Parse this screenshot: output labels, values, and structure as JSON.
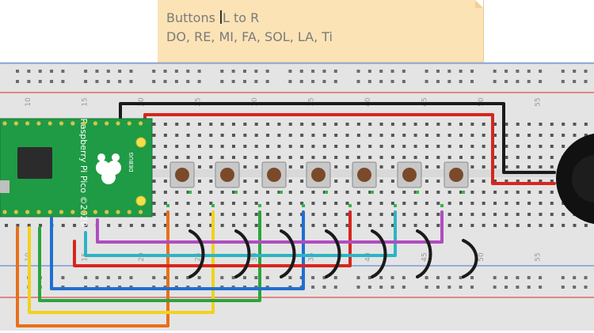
{
  "note": {
    "line1_prefix": "Buttons ",
    "line1_suffix": "L to R",
    "line2": "DO, RE, MI, FA, SOL, LA, Ti"
  },
  "breadboard": {
    "column_numbers": [
      "10",
      "15",
      "20",
      "25",
      "30",
      "35",
      "40",
      "45",
      "50",
      "55"
    ]
  },
  "pico": {
    "silkscreen": "Raspberry Pi Pico ©2020",
    "debug_label": "DEBUG"
  },
  "buttons": [
    "DO",
    "RE",
    "MI",
    "FA",
    "SOL",
    "LA",
    "Ti"
  ],
  "wire_colors": {
    "red": "#d7261e",
    "black": "#1a1a1a",
    "orange": "#e8701a",
    "yellow": "#f2d21b",
    "green": "#2aa53a",
    "blue": "#1f6fd1",
    "teal": "#2bb5c4",
    "purple": "#b04dc0"
  }
}
